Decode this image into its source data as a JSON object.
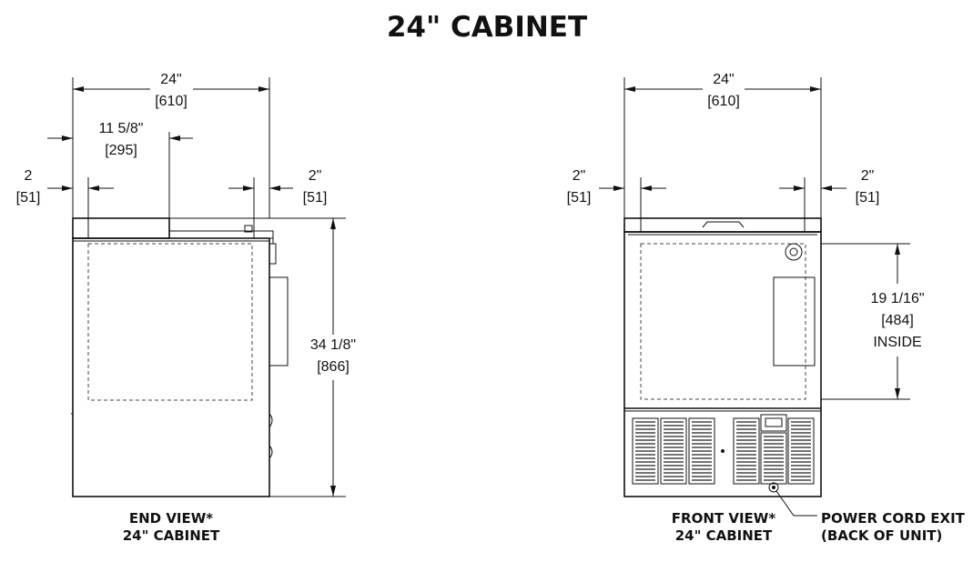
{
  "title": "24\" CABINET",
  "end_view": {
    "overall_width": "24\"",
    "overall_width_mm": "[610]",
    "offset": "11 5/8\"",
    "offset_mm": "[295]",
    "left_margin": "2",
    "left_margin_mm": "[51]",
    "right_margin": "2\"",
    "right_margin_mm": "[51]",
    "height": "34 1/8\"",
    "height_mm": "[866]",
    "caption_line1": "END VIEW*",
    "caption_line2": "24\" CABINET"
  },
  "front_view": {
    "overall_width": "24\"",
    "overall_width_mm": "[610]",
    "left_margin": "2\"",
    "left_margin_mm": "[51]",
    "right_margin": "2\"",
    "right_margin_mm": "[51]",
    "inside_height": "19 1/16\"",
    "inside_height_mm": "[484]",
    "inside_label": "INSIDE",
    "caption_line1": "FRONT VIEW*",
    "caption_line2": "24\" CABINET",
    "callout_line1": "POWER CORD EXIT",
    "callout_line2": "(BACK OF UNIT)"
  }
}
